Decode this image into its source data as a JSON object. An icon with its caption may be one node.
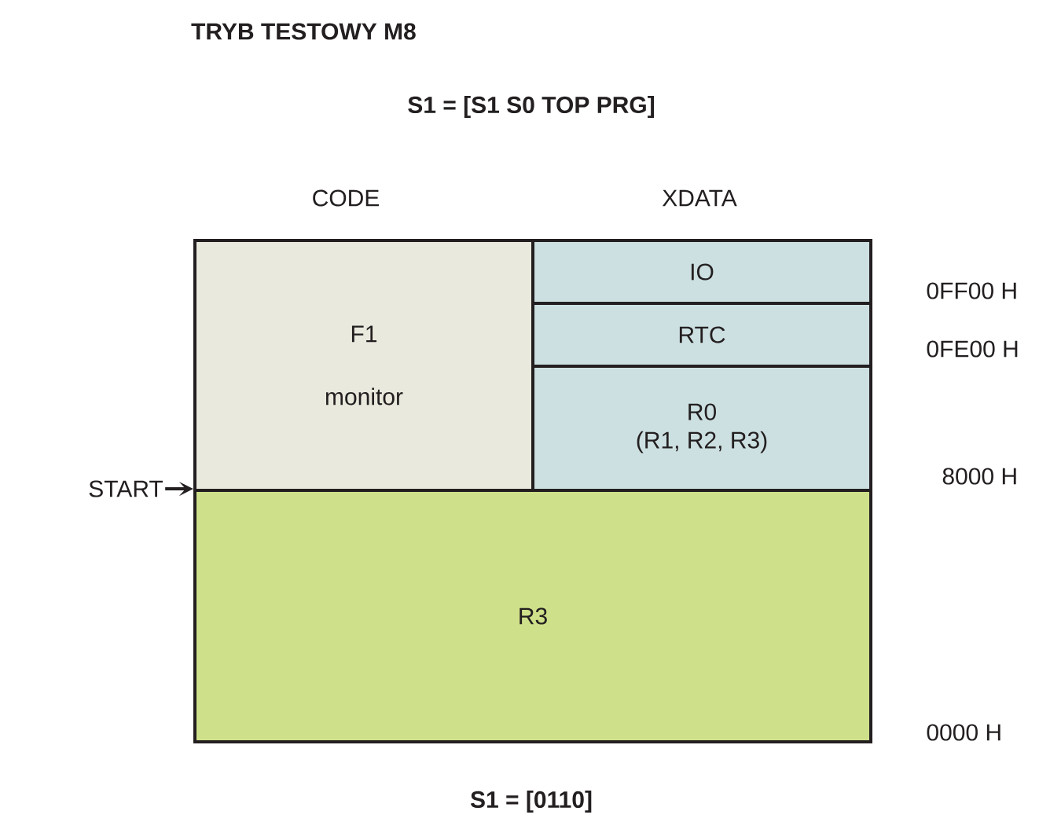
{
  "diagram": {
    "title": "TRYB TESTOWY M8",
    "nodes": [
      {
        "text": [
          "F1",
          "monitor"
        ]
      },
      {
        "text": [
          "IO"
        ]
      },
      {
        "text": [
          "RTC"
        ]
      },
      {
        "text": [
          "R0",
          "(R1, R2, R3)"
        ]
      },
      {
        "text": [
          "R3"
        ]
      },
      {
        "text": [
          "START"
        ]
      }
    ],
    "edges": [
      {
        "from": 5,
        "to": 4,
        "arrow": "to"
      }
    ],
    "labels": [
      "S1 = [S1 S0 TOP PRG]",
      "CODE",
      "XDATA",
      "0FF00 H",
      "0FE00 H",
      "8000 H",
      "0000 H",
      "S1 = [0110]"
    ]
  }
}
